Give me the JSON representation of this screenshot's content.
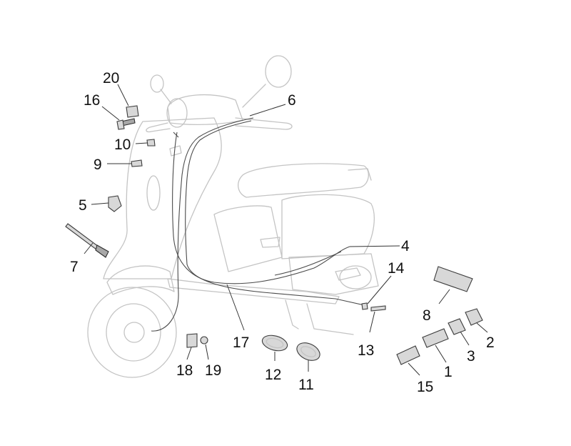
{
  "callouts": [
    {
      "id": "n20",
      "text": "20"
    },
    {
      "id": "n16",
      "text": "16"
    },
    {
      "id": "n10",
      "text": "10"
    },
    {
      "id": "n9",
      "text": "9"
    },
    {
      "id": "n5",
      "text": "5"
    },
    {
      "id": "n7",
      "text": "7"
    },
    {
      "id": "n6",
      "text": "6"
    },
    {
      "id": "n4",
      "text": "4"
    },
    {
      "id": "n14",
      "text": "14"
    },
    {
      "id": "n8",
      "text": "8"
    },
    {
      "id": "n2",
      "text": "2"
    },
    {
      "id": "n3",
      "text": "3"
    },
    {
      "id": "n1",
      "text": "1"
    },
    {
      "id": "n15",
      "text": "15"
    },
    {
      "id": "n13",
      "text": "13"
    },
    {
      "id": "n17",
      "text": "17"
    },
    {
      "id": "n12",
      "text": "12"
    },
    {
      "id": "n11",
      "text": "11"
    },
    {
      "id": "n18",
      "text": "18"
    },
    {
      "id": "n19",
      "text": "19"
    }
  ]
}
